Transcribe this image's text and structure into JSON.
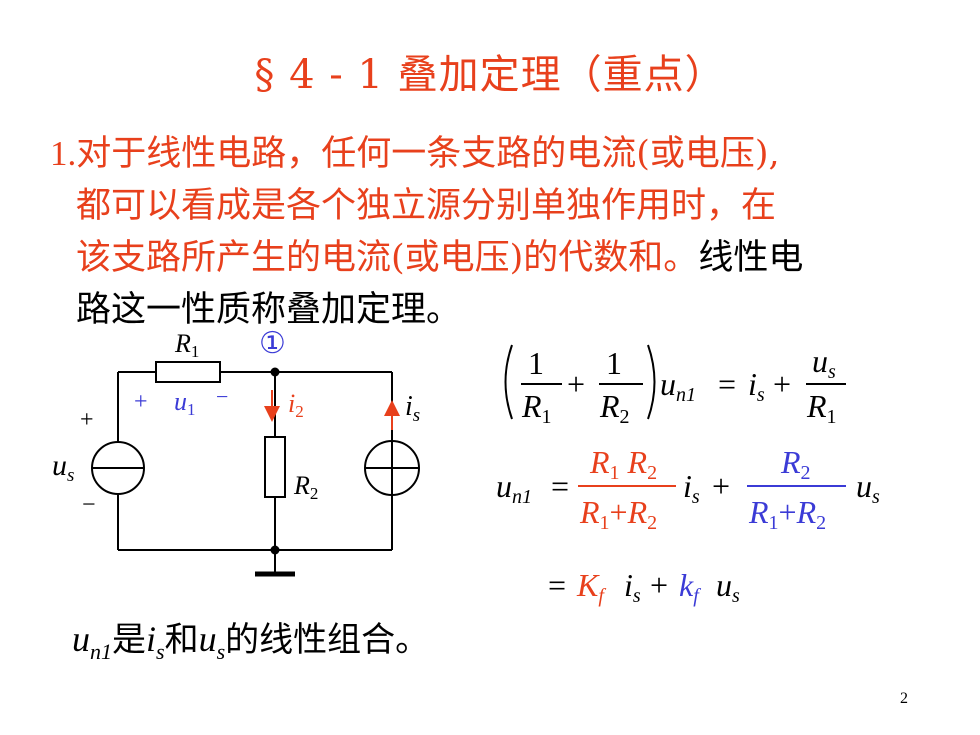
{
  "title": "§ 4 - 1  叠加定理（重点）",
  "paragraph": {
    "number": "1.",
    "red_lines": [
      "对于线性电路，任何一条支路的电流(或电压),",
      "都可以看成是各个独立源分别单独作用时，在",
      "该支路所产生的电流(或电压)的代数和。"
    ],
    "black_tail": "线性电",
    "last_line": "路这一性质称叠加定理。"
  },
  "circuit": {
    "node_label": "①",
    "r1": "R",
    "r1_sub": "1",
    "r2": "R",
    "r2_sub": "2",
    "u1": "u",
    "u1_sub": "1",
    "i2": "i",
    "i2_sub": "2",
    "is": "i",
    "is_sub": "s",
    "us": "u",
    "us_sub": "s",
    "plus": "+",
    "minus": "−"
  },
  "equations": {
    "eq1": {
      "one": "1",
      "R": "R",
      "sub1": "1",
      "sub2": "2",
      "plus": "+",
      "u": "u",
      "n1": "n1",
      "eq": "=",
      "i": "i",
      "s": "s",
      "us": "u"
    },
    "eq2": {
      "lhs": "u",
      "lhs_sub": "n1",
      "eq": "=",
      "num1": "R",
      "den1": "R",
      "num2": "R",
      "den2": "R",
      "plus": "+",
      "i": "i",
      "s": "s",
      "u": "u"
    },
    "eq3": {
      "eq": "=",
      "K": "K",
      "f": "f",
      "k": "k",
      "plus": "+",
      "i": "i",
      "s": "s",
      "u": "u"
    }
  },
  "caption": {
    "u": "u",
    "u_sub": "n1",
    "t1": "是",
    "i": "i",
    "i_sub": "s",
    "t2": "和",
    "us": "u",
    "us_sub": "s",
    "t3": "的线性组合。"
  },
  "page_number": "2",
  "colors": {
    "red": "#e8401c",
    "blue": "#3b3bd6",
    "black": "#000000"
  }
}
